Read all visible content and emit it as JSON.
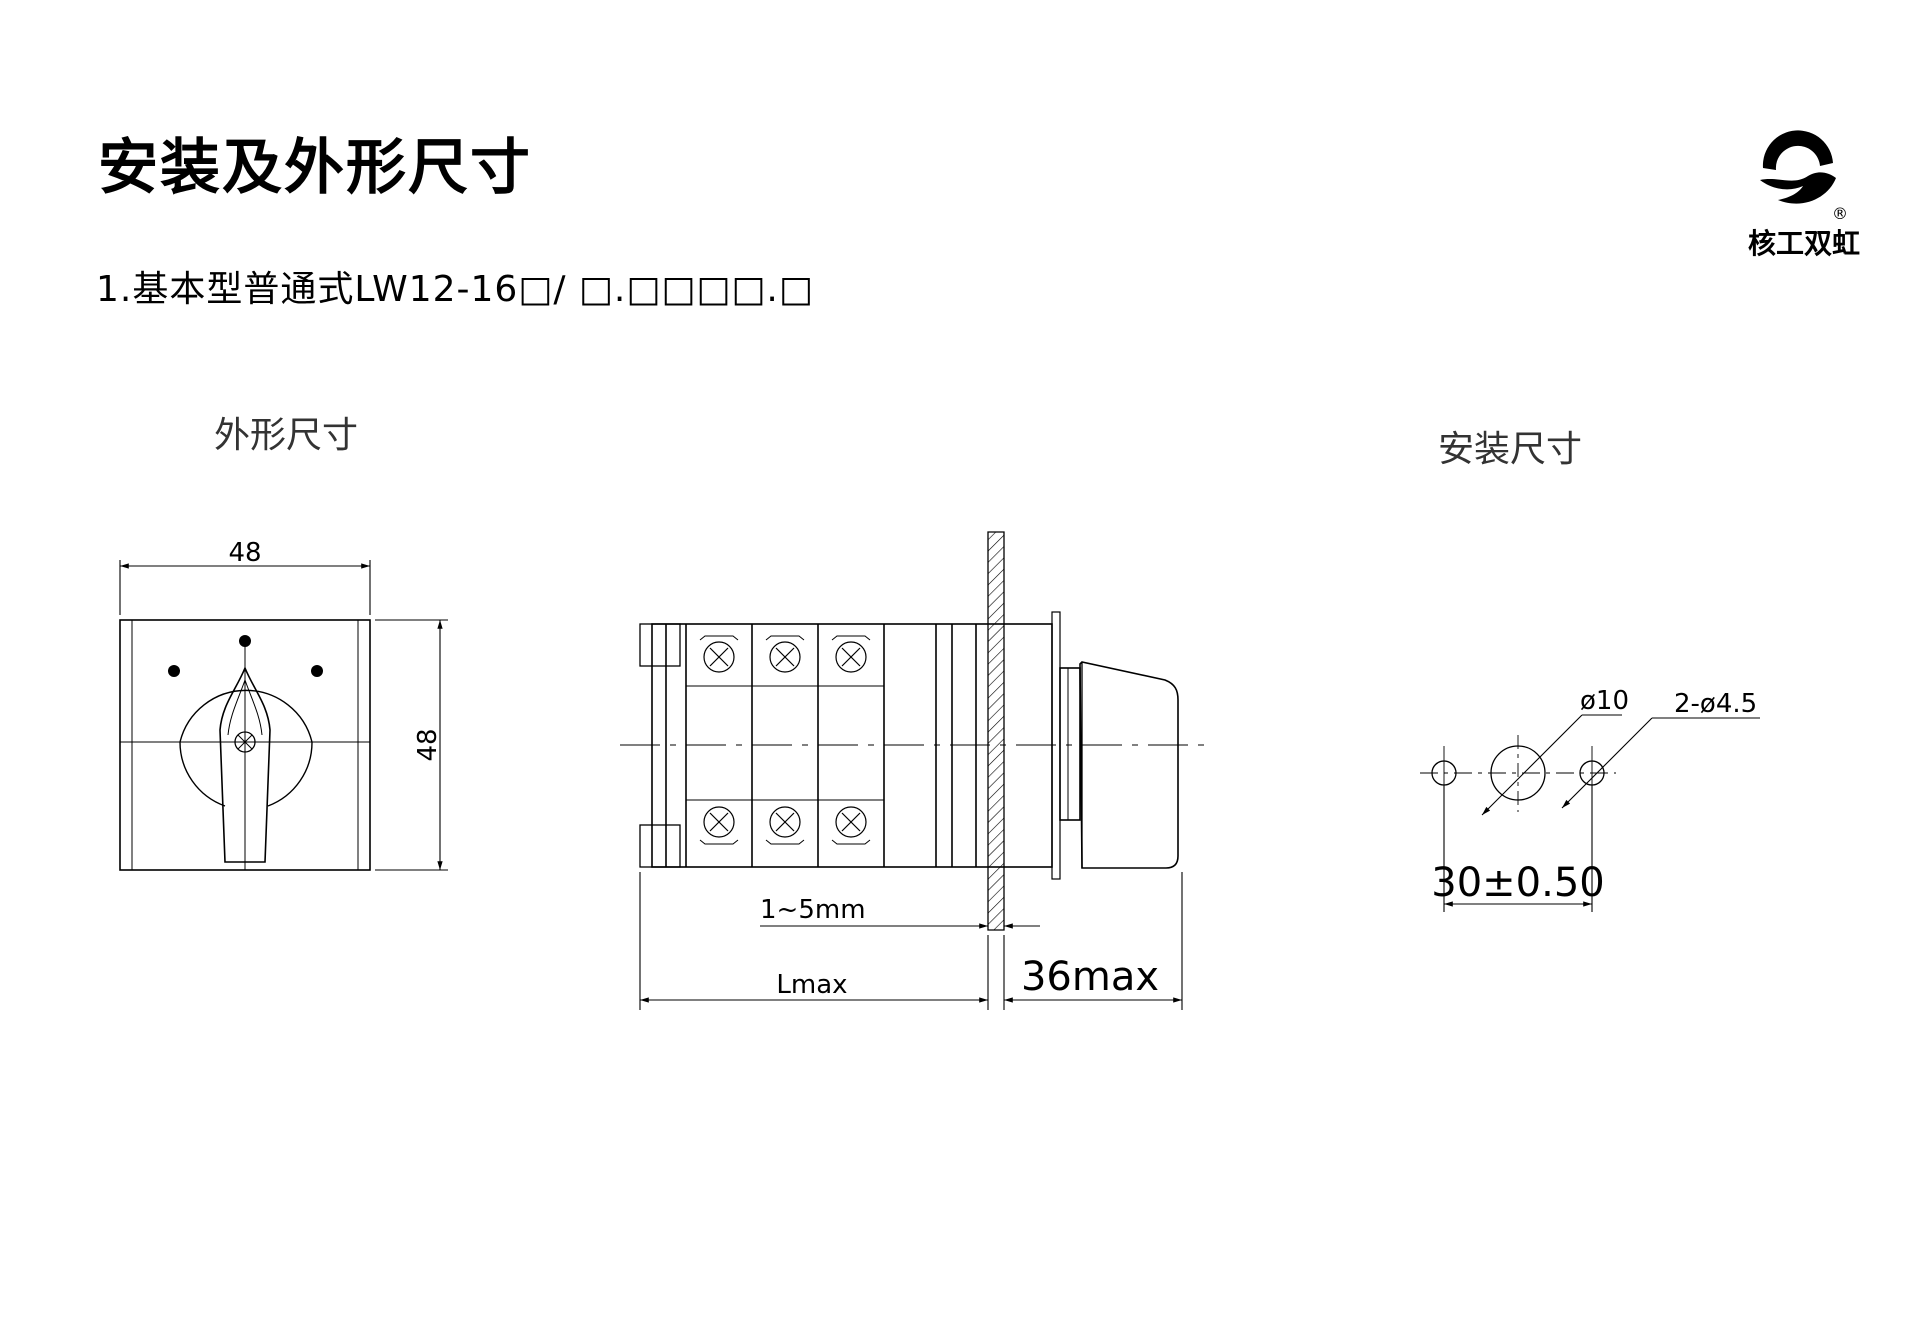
{
  "header": {
    "title": "安装及外形尺寸",
    "subtitle": "1.基本型普通式LW12-16□/ □.□□□□.□"
  },
  "logo": {
    "icon": "company-logo-icon",
    "registered_mark": "®",
    "text": "核工双虹"
  },
  "sections": {
    "outline": "外形尺寸",
    "mounting": "安装尺寸"
  },
  "dimensions": {
    "front_width": "48",
    "front_height": "48",
    "panel_thickness": "1~5mm",
    "body_length": "Lmax",
    "handle_depth": "36max",
    "center_hole": "ø10",
    "side_holes": "2-ø4.5",
    "hole_spacing": "30±0.50"
  }
}
